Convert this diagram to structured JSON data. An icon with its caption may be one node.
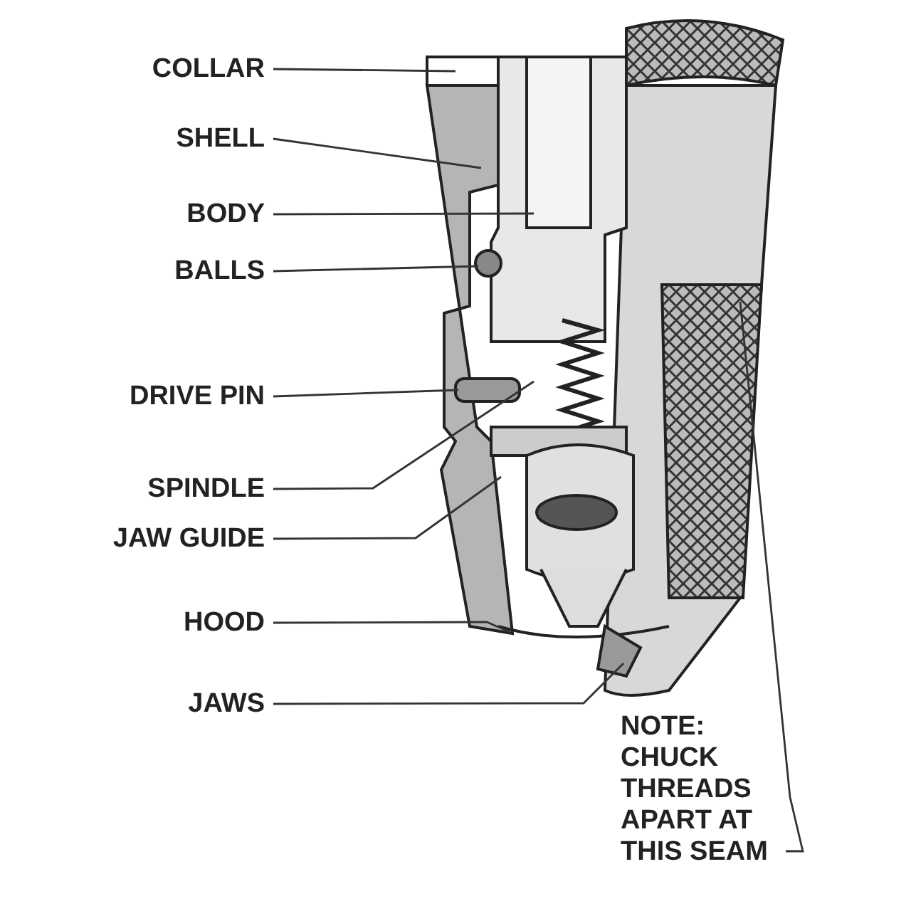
{
  "diagram": {
    "nodes": [
      {
        "text": [
          "COLLAR"
        ]
      },
      {
        "text": [
          "SHELL"
        ]
      },
      {
        "text": [
          "BODY"
        ]
      },
      {
        "text": [
          "BALLS"
        ]
      },
      {
        "text": [
          "DRIVE PIN"
        ]
      },
      {
        "text": [
          "SPINDLE"
        ]
      },
      {
        "text": [
          "JAW GUIDE"
        ]
      },
      {
        "text": [
          "HOOD"
        ]
      },
      {
        "text": [
          "JAWS"
        ]
      },
      {
        "text": [
          "NOTE: CHUCK THREADS APART AT THIS SEAM"
        ]
      }
    ],
    "edges": [
      {
        "from": 0,
        "to": null,
        "arrow": "none"
      },
      {
        "from": 1,
        "to": null,
        "arrow": "none"
      },
      {
        "from": 2,
        "to": null,
        "arrow": "none"
      },
      {
        "from": 3,
        "to": null,
        "arrow": "none"
      },
      {
        "from": 4,
        "to": null,
        "arrow": "none"
      },
      {
        "from": 5,
        "to": null,
        "arrow": "none"
      },
      {
        "from": 6,
        "to": null,
        "arrow": "none"
      },
      {
        "from": 7,
        "to": null,
        "arrow": "none"
      },
      {
        "from": 8,
        "to": null,
        "arrow": "none"
      },
      {
        "from": 9,
        "to": null,
        "arrow": "none"
      }
    ]
  }
}
